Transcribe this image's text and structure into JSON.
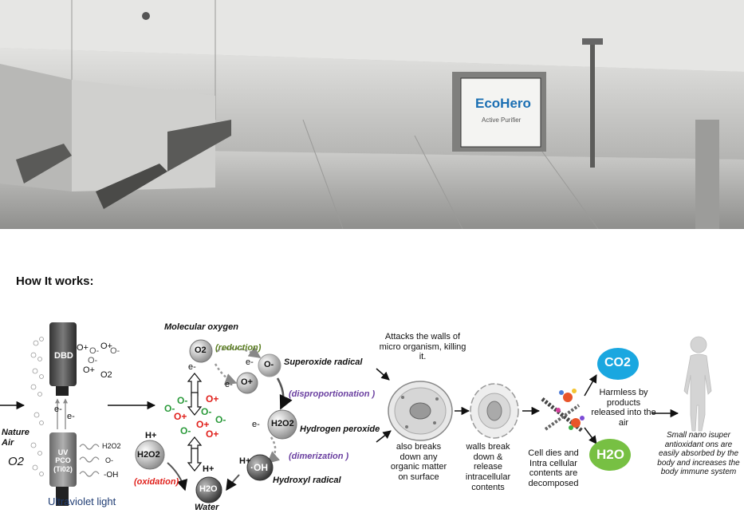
{
  "photo": {
    "device_brand": "EcoHero",
    "device_caption": "Active Purifier"
  },
  "heading": "How It works:",
  "diagram": {
    "nature_air": "Nature Air",
    "o2": "O2",
    "dbd": "DBD",
    "uv_pco_line1": "UV",
    "uv_pco_line2": "PCO",
    "uv_pco_line3": "(Ti02)",
    "ultraviolet_light": "Ultraviolet light",
    "electron": "e-",
    "pco_h2o2": "H2O2",
    "pco_o": "O-",
    "pco_oh": "-OH",
    "ions": [
      "O+",
      "O-",
      "O+",
      "O-",
      "O-",
      "O+",
      "O2"
    ],
    "molecular_oxygen": "Molecular oxygen",
    "reduction": "(reduction)",
    "superoxide_radical": "Superoxide radical",
    "disproportionation": "(disproportionation )",
    "hydrogen_peroxide": "Hydrogen peroxide",
    "dimerization": "(dimerization )",
    "hydroxyl_radical": "Hydroxyl radical",
    "oxidation": "(oxidation)",
    "water": "Water",
    "h_plus": "H+",
    "o_plus": "O+",
    "o_minus": "O-",
    "oh": "·OH",
    "h2o": "H2O",
    "h2o2": "H2O2",
    "o2_mol": "O2",
    "attacks_walls": "Attacks the walls of micro organism, killing it.",
    "also_breaks": "also breaks down any organic matter on surface",
    "walls_break": "walls break down & release intracellular contents",
    "cell_dies": "Cell dies and Intra cellular contents are decomposed",
    "co2": "CO2",
    "h2o_bubble": "H2O",
    "harmless": "Harmless by products released into the air",
    "absorbed": "Small nano isuper antioxidant ons are easily absorbed by the body and increases the body immune system"
  },
  "colors": {
    "co2_bubble": "#1aa7e0",
    "h2o_bubble": "#77c043",
    "oxidation": "#e0201b",
    "disproportionation": "#6a3fa0",
    "dimerization": "#6a3fa0",
    "reduction": "#5a7d20",
    "ultraviolet_text": "#1f3c73"
  }
}
